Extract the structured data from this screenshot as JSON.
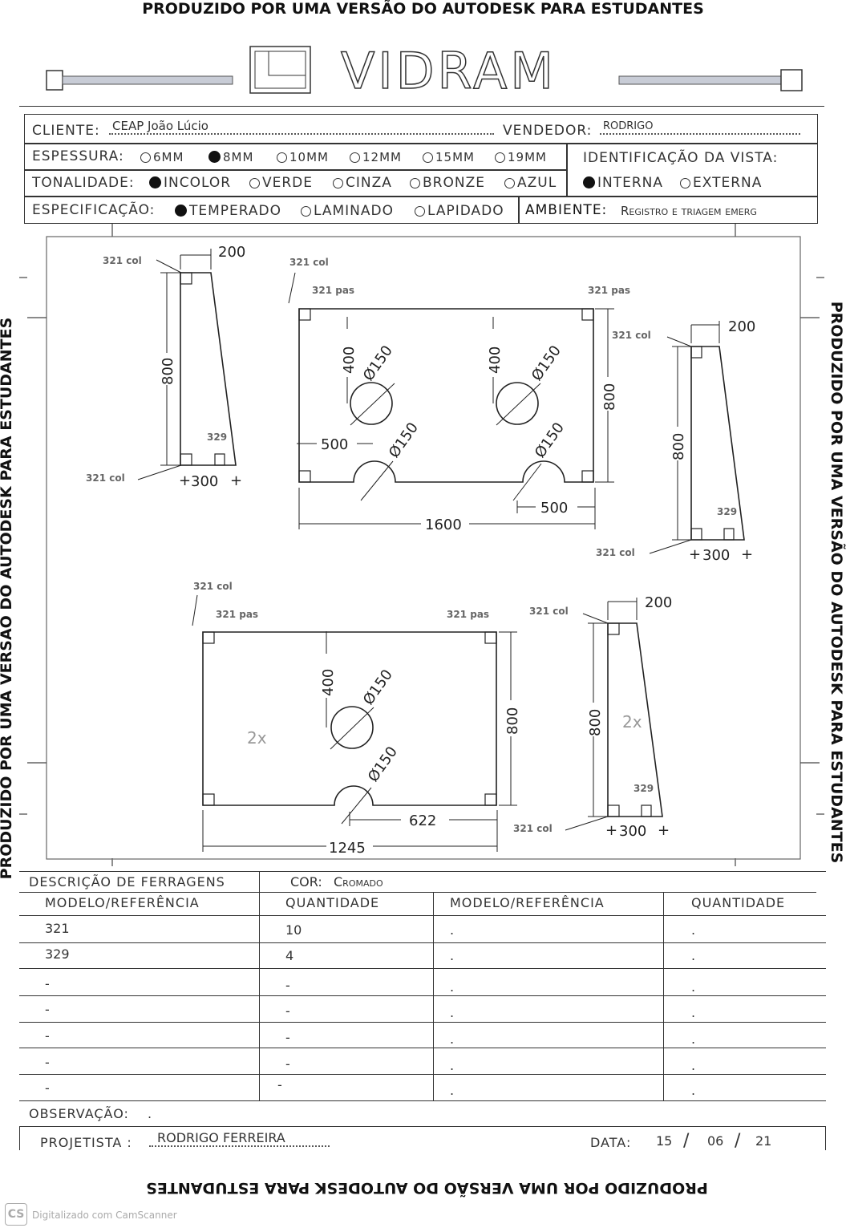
{
  "watermark": {
    "top": "PRODUZIDO POR UMA VERSÃO DO AUTODESK PARA ESTUDANTES",
    "left": "PRODUZIDO POR UMA VERSÃO DO AUTODESK PARA ESTUDANTES",
    "right": "PRODUZIDO POR UMA VERSÃO DO AUTODESK PARA ESTUDANTES",
    "bottom": "PRODUZIDO POR UMA VERSÃO DO AUTODESK PARA ESTUDANTES"
  },
  "logo": {
    "text": "VIDRAM"
  },
  "header": {
    "cliente_label": "CLIENTE:",
    "cliente_value": "CEAP João Lúcio",
    "vendedor_label": "VENDEDOR:",
    "vendedor_value": "RODRIGO",
    "espessura_label": "ESPESSURA:",
    "espessura_options": [
      "6MM",
      "8MM",
      "10MM",
      "12MM",
      "15MM",
      "19MM"
    ],
    "espessura_selected": "8MM",
    "identificacao_label": "IDENTIFICAÇÃO DA VISTA:",
    "vista_options": [
      "INTERNA",
      "EXTERNA"
    ],
    "vista_selected": "INTERNA",
    "tonalidade_label": "TONALIDADE:",
    "tonalidade_options": [
      "INCOLOR",
      "VERDE",
      "CINZA",
      "BRONZE",
      "AZUL"
    ],
    "tonalidade_selected": "INCOLOR",
    "especificacao_label": "ESPECIFICAÇÃO:",
    "especificacao_options": [
      "TEMPERADO",
      "LAMINADO",
      "LAPIDADO"
    ],
    "especificacao_selected": "TEMPERADO",
    "ambiente_label": "AMBIENTE:",
    "ambiente_value": "Registro e triagem emerg"
  },
  "drawing": {
    "hw_321_col": "321 col",
    "hw_321_pas": "321 pas",
    "hw_329": "329",
    "dim_200": "200",
    "dim_800": "800",
    "dim_300": "300",
    "dim_400": "400",
    "dim_500": "500",
    "dim_1600": "1600",
    "dim_622": "622",
    "dim_1245": "1245",
    "dim_o150": "Ø150",
    "qty_2x": "2x"
  },
  "hardware": {
    "title": "DESCRIÇÃO DE FERRAGENS",
    "cor_label": "COR:",
    "cor_value": "Cromado",
    "col_headers": [
      "MODELO/REFERÊNCIA",
      "QUANTIDADE",
      "MODELO/REFERÊNCIA",
      "QUANTIDADE"
    ],
    "rows": [
      [
        "321",
        "10",
        ".",
        "."
      ],
      [
        "329",
        "4",
        ".",
        "."
      ],
      [
        "-",
        "-",
        ".",
        "."
      ],
      [
        "-",
        "-",
        ".",
        "."
      ],
      [
        "-",
        "-",
        ".",
        "."
      ],
      [
        "-",
        "-",
        ".",
        "."
      ],
      [
        "-",
        "-",
        ".",
        "."
      ]
    ]
  },
  "footer": {
    "observacao_label": "OBSERVAÇÃO:",
    "observacao_value": ".",
    "projetista_label": "PROJETISTA :",
    "projetista_value": "RODRIGO FERREIRA",
    "data_label": "DATA:",
    "data_day": "15",
    "data_month": "06",
    "data_year": "21"
  },
  "scanner": {
    "icon": "camscanner-icon",
    "text": "Digitalizado com CamScanner"
  }
}
